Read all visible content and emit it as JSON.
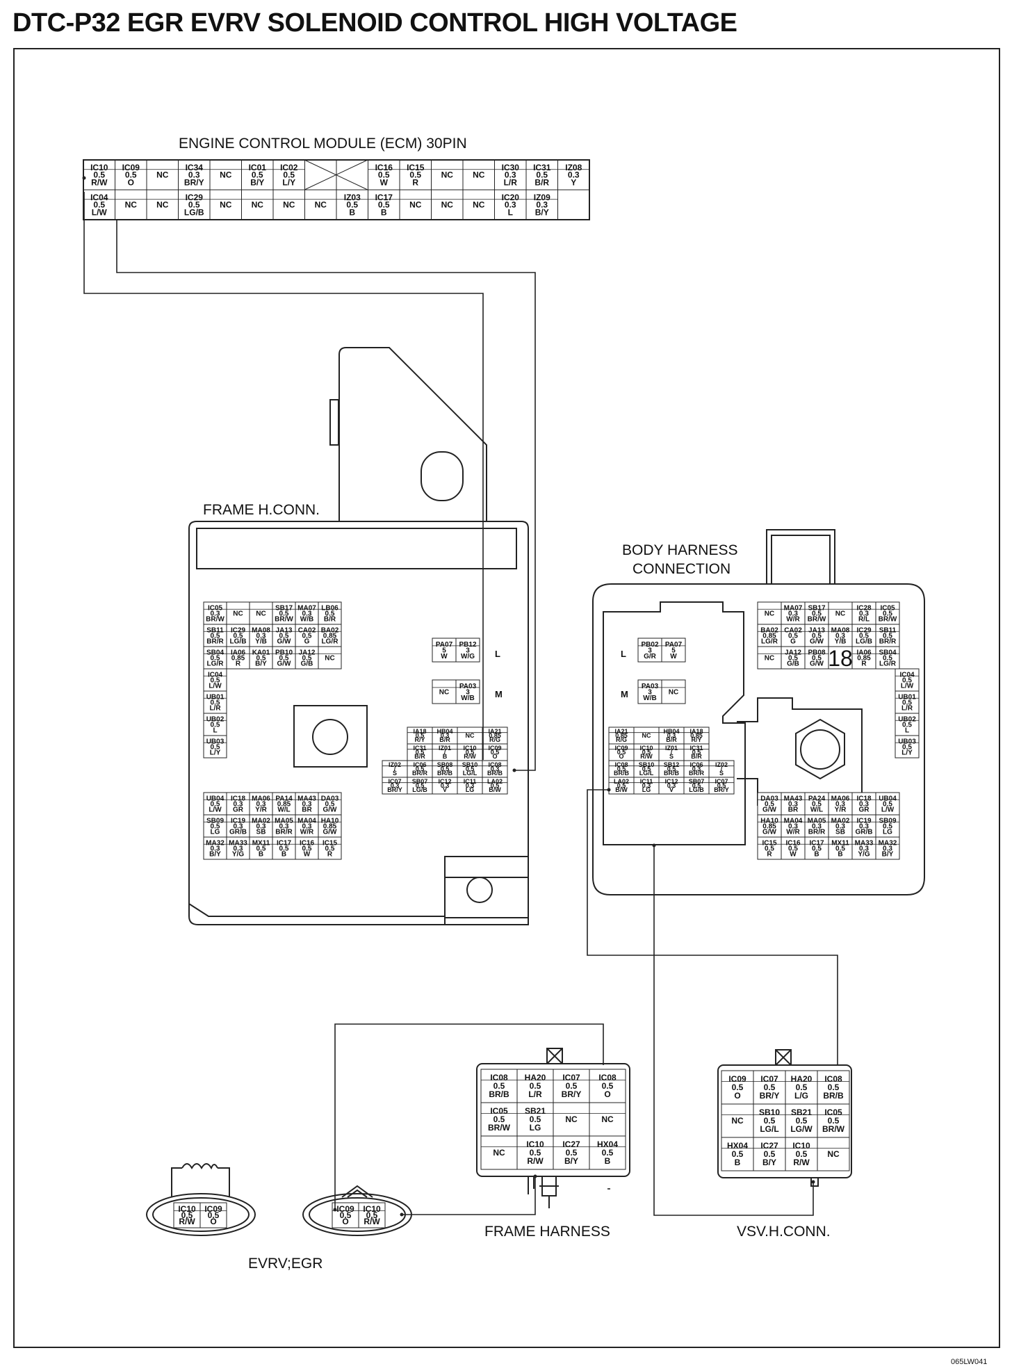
{
  "title": "DTC-P32 EGR EVRV SOLENOID CONTROL HIGH VOLTAGE",
  "code": "065LW041",
  "labels": {
    "ecm": "ENGINE CONTROL MODULE (ECM) 30PIN",
    "frame_conn": "FRAME H.CONN.",
    "body_harness_1": "BODY HARNESS",
    "body_harness_2": "CONNECTION",
    "frame_harness": "FRAME HARNESS",
    "vsv_conn": "VSV.H.CONN.",
    "evrv": "EVRV;EGR",
    "marker_L": "L",
    "marker_M": "M",
    "big_number": "18"
  },
  "connectors": {
    "ecm": [
      [
        [
          "IC10",
          "0.5",
          "R/W"
        ],
        [
          "IC09",
          "0.5",
          "O"
        ],
        [
          "NC"
        ],
        [
          "IC34",
          "0.3",
          "BR/Y"
        ],
        [
          "NC"
        ],
        [
          "IC01",
          "0.5",
          "B/Y"
        ],
        [
          "IC02",
          "0.5",
          "L/Y"
        ],
        [
          "X"
        ],
        [
          "X"
        ],
        [
          "IC16",
          "0.5",
          "W"
        ],
        [
          "IC15",
          "0.5",
          "R"
        ],
        [
          "NC"
        ],
        [
          "NC"
        ],
        [
          "IC30",
          "0.3",
          "L/R"
        ],
        [
          "IC31",
          "0.5",
          "B/R"
        ],
        [
          "IZ08",
          "0.3",
          "Y"
        ]
      ],
      [
        [
          "IC04",
          "0.5",
          "L/W"
        ],
        [
          "NC"
        ],
        [
          "NC"
        ],
        [
          "IC29",
          "0.5",
          "LG/B"
        ],
        [
          "NC"
        ],
        [
          "NC"
        ],
        [
          "NC"
        ],
        [
          "NC"
        ],
        [
          "IZ03",
          "0.5",
          "B"
        ],
        [
          "IC17",
          "0.5",
          "B"
        ],
        [
          "NC"
        ],
        [
          "NC"
        ],
        [
          "NC"
        ],
        [
          "IC20",
          "0.3",
          "L"
        ],
        [
          "IZ09",
          "0.3",
          "B/Y"
        ]
      ]
    ],
    "frame_top": [
      [
        [
          "IC05",
          "0.3",
          "BR/W"
        ],
        [
          "NC"
        ],
        [
          "NC"
        ],
        [
          "SB17",
          "0.5",
          "BR/W"
        ],
        [
          "MA07",
          "0.3",
          "W/B"
        ],
        [
          "LB06",
          "0.5",
          "B/R"
        ]
      ],
      [
        [
          "SB11",
          "0.5",
          "BR/R"
        ],
        [
          "IC29",
          "0.5",
          "LG/B"
        ],
        [
          "MA08",
          "0.3",
          "Y/B"
        ],
        [
          "JA13",
          "0.5",
          "G/W"
        ],
        [
          "CA02",
          "0.5",
          "G"
        ],
        [
          "BA02",
          "0.85",
          "LG/R"
        ]
      ],
      [
        [
          "SB04",
          "0.5",
          "LG/R"
        ],
        [
          "IA06",
          "0.85",
          "R"
        ],
        [
          "KA01",
          "0.5",
          "B/Y"
        ],
        [
          "PB10",
          "0.5",
          "G/W"
        ],
        [
          "JA12",
          "0.5",
          "G/B"
        ],
        [
          "NC"
        ]
      ]
    ],
    "frame_left": [
      [
        "IC04",
        "0.5",
        "L/W"
      ],
      [
        "UB01",
        "0.5",
        "L/R"
      ],
      [
        "UB02",
        "0.5",
        "L"
      ],
      [
        "UB03",
        "0.5",
        "L/Y"
      ]
    ],
    "frame_bottom": [
      [
        [
          "UB04",
          "0.5",
          "L/W"
        ],
        [
          "IC18",
          "0.3",
          "GR"
        ],
        [
          "MA06",
          "0.3",
          "Y/R"
        ],
        [
          "PA14",
          "0.85",
          "W/L"
        ],
        [
          "MA43",
          "0.3",
          "BR"
        ],
        [
          "DA03",
          "0.5",
          "G/W"
        ]
      ],
      [
        [
          "SB09",
          "0.5",
          "LG"
        ],
        [
          "IC19",
          "0.3",
          "GR/B"
        ],
        [
          "MA02",
          "0.3",
          "SB"
        ],
        [
          "MA05",
          "0.3",
          "BR/R"
        ],
        [
          "MA04",
          "0.3",
          "W/R"
        ],
        [
          "HA10",
          "0.85",
          "G/W"
        ]
      ],
      [
        [
          "MA32",
          "0.3",
          "B/Y"
        ],
        [
          "MA33",
          "0.3",
          "Y/G"
        ],
        [
          "MX11",
          "0.5",
          "B"
        ],
        [
          "IC17",
          "0.5",
          "B"
        ],
        [
          "IC16",
          "0.5",
          "W"
        ],
        [
          "IC15",
          "0.5",
          "R"
        ]
      ]
    ],
    "frame_L": [
      [
        "PA07",
        "5",
        "W"
      ],
      [
        "PB12",
        "3",
        "W/G"
      ]
    ],
    "frame_M": [
      [
        "NC"
      ],
      [
        "PA03",
        "3",
        "W/B"
      ]
    ],
    "frame_inner": [
      [
        [
          "IA18",
          "0.5",
          "R/Y"
        ],
        [
          "HB04",
          "0.3",
          "B/R"
        ],
        [
          "NC"
        ],
        [
          "IA21",
          "0.85",
          "R/G"
        ]
      ],
      [
        [
          "IC31",
          "0.5",
          "B/R"
        ],
        [
          "IZ01",
          "/",
          "B"
        ],
        [
          "IC10",
          "0.5",
          "R/W"
        ],
        [
          "IC09",
          "0.5",
          "O"
        ]
      ],
      [
        [
          "IZ02",
          "/",
          "S"
        ],
        [
          "IC06",
          "0.5",
          "BR/R"
        ],
        [
          "SB08",
          "0.5",
          "BR/B"
        ],
        [
          "SB10",
          "0.5",
          "LG/L"
        ],
        [
          "IC08",
          "0.3",
          "BR/B"
        ]
      ],
      [
        [
          "IC07",
          "0.3",
          "BR/Y"
        ],
        [
          "SB07",
          "0.5",
          "LG/B"
        ],
        [
          "IC12",
          "0.3",
          "V"
        ],
        [
          "IC11",
          "0.3",
          "LG"
        ],
        [
          "LA02",
          "0.5",
          "B/W"
        ]
      ]
    ],
    "body_top": [
      [
        [
          "NC"
        ],
        [
          "MA07",
          "0.3",
          "W/R"
        ],
        [
          "SB17",
          "0.5",
          "BR/W"
        ],
        [
          "NC"
        ],
        [
          "IC28",
          "0.3",
          "R/L"
        ],
        [
          "IC05",
          "0.5",
          "BR/W"
        ]
      ],
      [
        [
          "BA02",
          "0.85",
          "LG/R"
        ],
        [
          "CA02",
          "0.5",
          "G"
        ],
        [
          "JA13",
          "0.5",
          "G/W"
        ],
        [
          "MA08",
          "0.3",
          "Y/B"
        ],
        [
          "IC29",
          "0.5",
          "LG/B"
        ],
        [
          "SB11",
          "0.5",
          "BR/R"
        ]
      ],
      [
        [
          "NC"
        ],
        [
          "JA12",
          "0.5",
          "G/B"
        ],
        [
          "PB08",
          "0.5",
          "G/W"
        ],
        [
          "BIG"
        ],
        [
          "IA06",
          "0.85",
          "R"
        ],
        [
          "SB04",
          "0.5",
          "LG/R"
        ]
      ]
    ],
    "body_right": [
      [
        "IC04",
        "0.5",
        "L/W"
      ],
      [
        "UB01",
        "0.5",
        "L/R"
      ],
      [
        "UB02",
        "0.5",
        "L"
      ],
      [
        "UB03",
        "0.5",
        "L/Y"
      ]
    ],
    "body_bottom": [
      [
        [
          "DA03",
          "0.5",
          "G/W"
        ],
        [
          "MA43",
          "0.3",
          "BR"
        ],
        [
          "PA24",
          "0.5",
          "W/L"
        ],
        [
          "MA06",
          "0.3",
          "Y/R"
        ],
        [
          "IC18",
          "0.3",
          "GR"
        ],
        [
          "UB04",
          "0.5",
          "L/W"
        ]
      ],
      [
        [
          "HA10",
          "0.85",
          "G/W"
        ],
        [
          "MA04",
          "0.3",
          "W/R"
        ],
        [
          "MA05",
          "0.3",
          "BR/R"
        ],
        [
          "MA02",
          "0.3",
          "SB"
        ],
        [
          "IC19",
          "0.3",
          "GR/B"
        ],
        [
          "SB09",
          "0.5",
          "LG"
        ]
      ],
      [
        [
          "IC15",
          "0.5",
          "R"
        ],
        [
          "IC16",
          "0.5",
          "W"
        ],
        [
          "IC17",
          "0.5",
          "B"
        ],
        [
          "MX11",
          "0.5",
          "B"
        ],
        [
          "MA33",
          "0.3",
          "Y/G"
        ],
        [
          "MA32",
          "0.3",
          "B/Y"
        ]
      ]
    ],
    "body_L": [
      [
        "PB02",
        "3",
        "G/R"
      ],
      [
        "PA07",
        "5",
        "W"
      ]
    ],
    "body_M": [
      [
        "PA03",
        "3",
        "W/B"
      ],
      [
        "NC"
      ]
    ],
    "body_inner": [
      [
        [
          "IA21",
          "0.85",
          "R/G"
        ],
        [
          "NC"
        ],
        [
          "HB04",
          "0.3",
          "B/R"
        ],
        [
          "IA18",
          "0.85",
          "R/Y"
        ]
      ],
      [
        [
          "IC09",
          "0.5",
          "O"
        ],
        [
          "IC10",
          "0.5",
          "R/W"
        ],
        [
          "IZ01",
          "/",
          "S"
        ],
        [
          "IC31",
          "0.5",
          "B/R"
        ]
      ],
      [
        [
          "IC08",
          "0.5",
          "BR/B"
        ],
        [
          "SB10",
          "0.5",
          "LG/L"
        ],
        [
          "SB12",
          "0.5",
          "BR/B"
        ],
        [
          "IC06",
          "0.3",
          "BR/R"
        ],
        [
          "IZ02",
          "/",
          "S"
        ]
      ],
      [
        [
          "LA02",
          "0.5",
          "B/W"
        ],
        [
          "IC11",
          "0.3",
          "LG"
        ],
        [
          "IC12",
          "0.3",
          "V"
        ],
        [
          "SB07",
          "0.5",
          "LG/B"
        ],
        [
          "IC07",
          "0.5",
          "BR/Y"
        ]
      ]
    ],
    "frame_harness": [
      [
        [
          "IC08",
          "0.5",
          "BR/B"
        ],
        [
          "HA20",
          "0.5",
          "L/R"
        ],
        [
          "IC07",
          "0.5",
          "BR/Y"
        ],
        [
          "IC08",
          "0.5",
          "O"
        ]
      ],
      [
        [
          "IC05",
          "0.5",
          "BR/W"
        ],
        [
          "SB21",
          "0.5",
          "LG"
        ],
        [
          "NC"
        ],
        [
          "NC"
        ]
      ],
      [
        [
          "NC"
        ],
        [
          "IC10",
          "0.5",
          "R/W"
        ],
        [
          "IC27",
          "0.5",
          "B/Y"
        ],
        [
          "HX04",
          "0.5",
          "B"
        ]
      ]
    ],
    "vsv": [
      [
        [
          "IC09",
          "0.5",
          "O"
        ],
        [
          "IC07",
          "0.5",
          "BR/Y"
        ],
        [
          "HA20",
          "0.5",
          "L/G"
        ],
        [
          "IC08",
          "0.5",
          "BR/B"
        ]
      ],
      [
        [
          "NC"
        ],
        [
          "SB10",
          "0.5",
          "LG/L"
        ],
        [
          "SB21",
          "0.5",
          "LG/W"
        ],
        [
          "IC05",
          "0.5",
          "BR/W"
        ]
      ],
      [
        [
          "HX04",
          "0.5",
          "B"
        ],
        [
          "IC27",
          "0.5",
          "B/Y"
        ],
        [
          "IC10",
          "0.5",
          "R/W"
        ],
        [
          "NC"
        ]
      ]
    ],
    "evrv": [
      [
        "IC10",
        "0.5",
        "R/W"
      ],
      [
        "IC09",
        "0.5",
        "O"
      ]
    ],
    "frame_plug": [
      [
        "IC09",
        "0.5",
        "O"
      ],
      [
        "IC10",
        "0.5",
        "R/W"
      ]
    ]
  }
}
